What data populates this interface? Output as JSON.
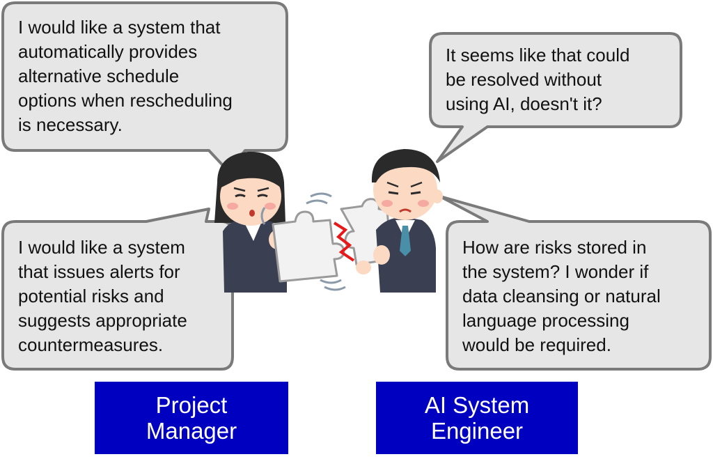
{
  "colors": {
    "bubble_fill": "#e6e6e6",
    "bubble_stroke": "#7a7a7a",
    "label_fill": "#0000c0",
    "label_text": "#ffffff",
    "suit": "#3a3f52",
    "hair": "#2a2a2a",
    "skin": "#fbd9c3",
    "puzzle": "#f2f2f2",
    "crack": "#e81818",
    "tie": "#4a8fa8"
  },
  "bubbles": {
    "pm_top": {
      "lines": [
        "I would like a system that",
        "automatically provides",
        "alternative schedule",
        "options when rescheduling",
        "is necessary."
      ]
    },
    "pm_bottom": {
      "lines": [
        "I would like a system",
        "that issues alerts for",
        "potential risks and",
        "suggests appropriate",
        "countermeasures."
      ]
    },
    "eng_top": {
      "lines": [
        "It seems like that could",
        "be resolved without",
        "using AI, doesn't it?"
      ]
    },
    "eng_bottom": {
      "lines": [
        "How are risks stored in",
        "the system? I wonder if",
        "data cleansing or natural",
        "language processing",
        "would be required."
      ]
    }
  },
  "labels": {
    "project_manager": [
      "Project",
      "Manager"
    ],
    "ai_engineer": [
      "AI System",
      "Engineer"
    ]
  },
  "icons": {
    "woman": "project-manager-illustration",
    "man": "ai-engineer-illustration",
    "puzzle": "puzzle-piece-icon"
  }
}
